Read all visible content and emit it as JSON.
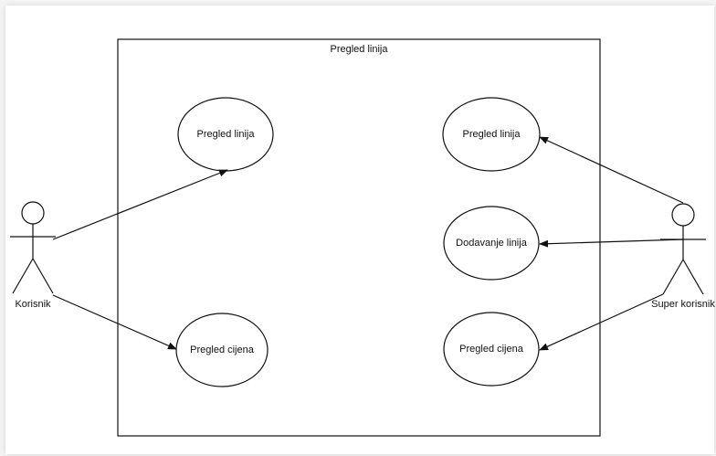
{
  "diagram": {
    "system_title": "Pregled linija",
    "actors": {
      "left": "Korisnik",
      "right": "Super korisnik"
    },
    "use_cases": {
      "left_top": "Pregled linija",
      "left_bottom": "Pregled cijena",
      "right_top": "Pregled linija",
      "right_middle": "Dodavanje linija",
      "right_bottom": "Pregled cijena"
    }
  },
  "colors": {
    "line": "#111111",
    "background": "#ffffff",
    "frame": "#f4f4f4"
  }
}
